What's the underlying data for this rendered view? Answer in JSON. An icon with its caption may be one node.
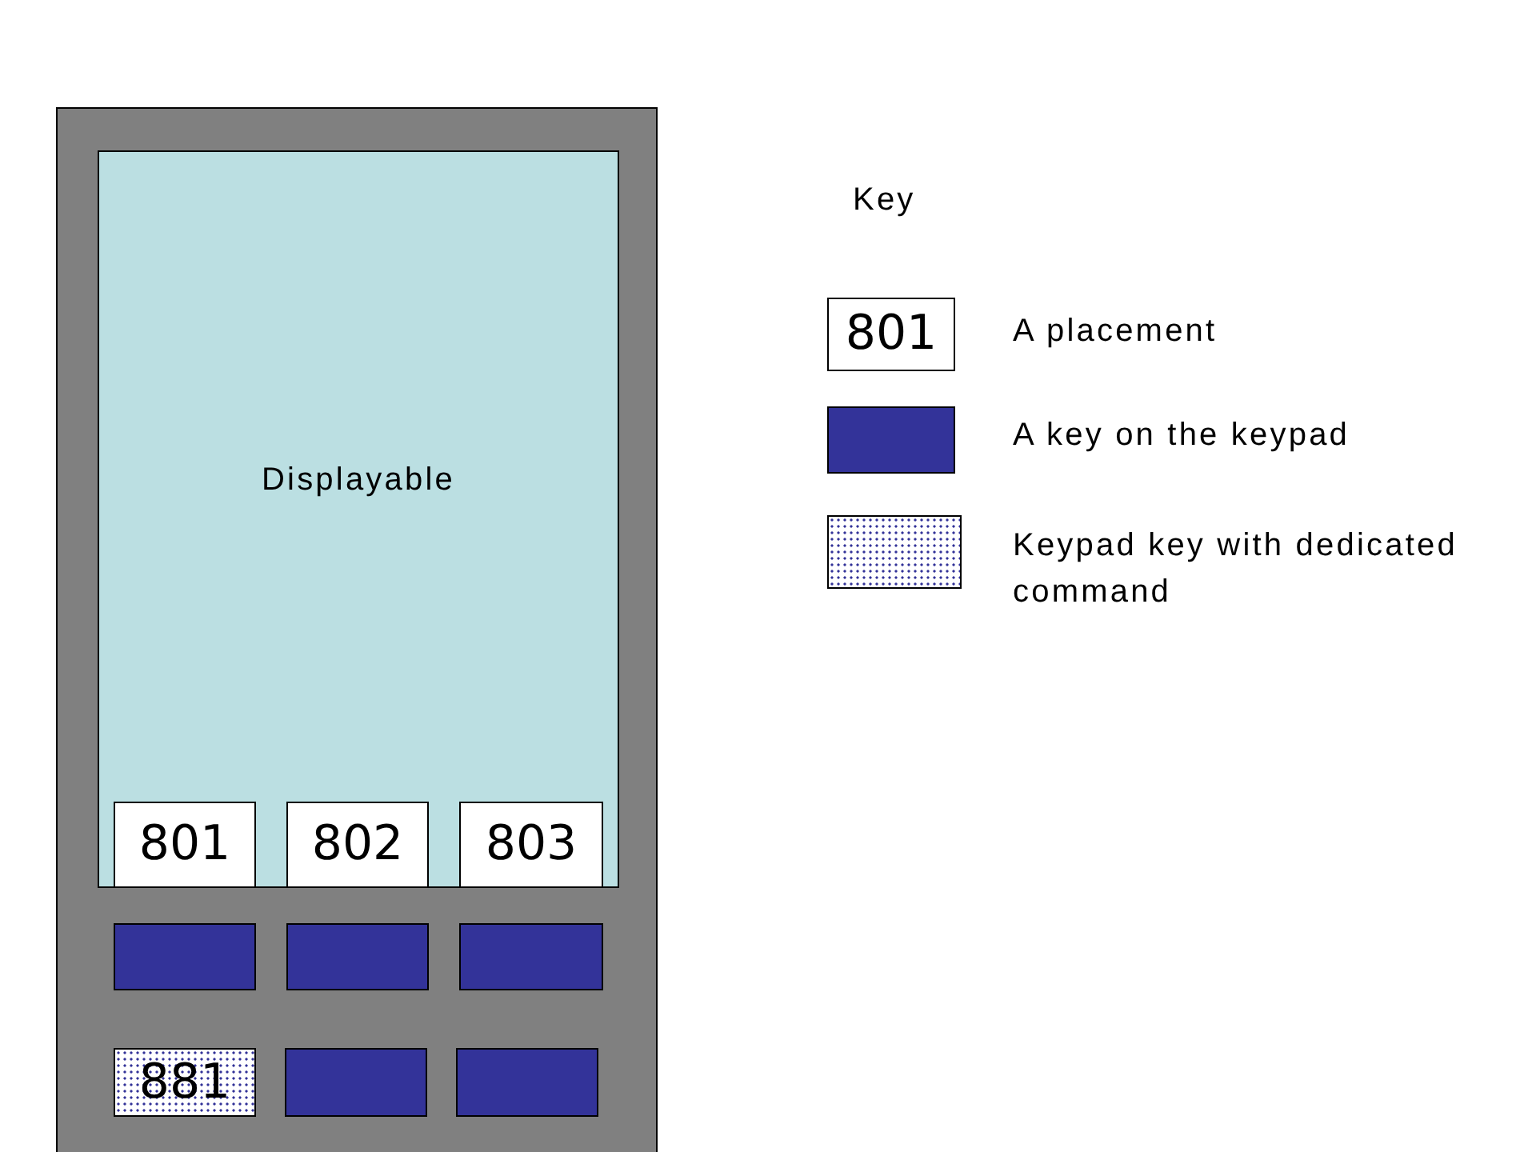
{
  "diagram": {
    "nodes": [
      {
        "text": [],
        "shape": "box"
      },
      {
        "text": [
          "Displayable"
        ],
        "in": 0
      },
      {
        "text": [
          "801"
        ],
        "in": 1
      },
      {
        "text": [
          "802"
        ],
        "in": 1
      },
      {
        "text": [
          "803"
        ],
        "in": 1
      },
      {
        "text": [],
        "shape": "box",
        "in": 0
      },
      {
        "text": [],
        "shape": "box",
        "in": 0
      },
      {
        "text": [],
        "shape": "box",
        "in": 0
      },
      {
        "text": [
          "881"
        ],
        "in": 0
      },
      {
        "text": [],
        "shape": "box",
        "in": 0
      },
      {
        "text": [],
        "shape": "box",
        "in": 0
      },
      {
        "text": [
          "801"
        ]
      },
      {
        "text": [],
        "shape": "box"
      }
    ],
    "labels": [
      "Key"
    ],
    "legend": [
      {
        "text": "A placement"
      },
      {
        "text": "A key on the keypad",
        "color": "#333399"
      },
      {
        "text": "Keypad key with dedicated command"
      }
    ]
  }
}
